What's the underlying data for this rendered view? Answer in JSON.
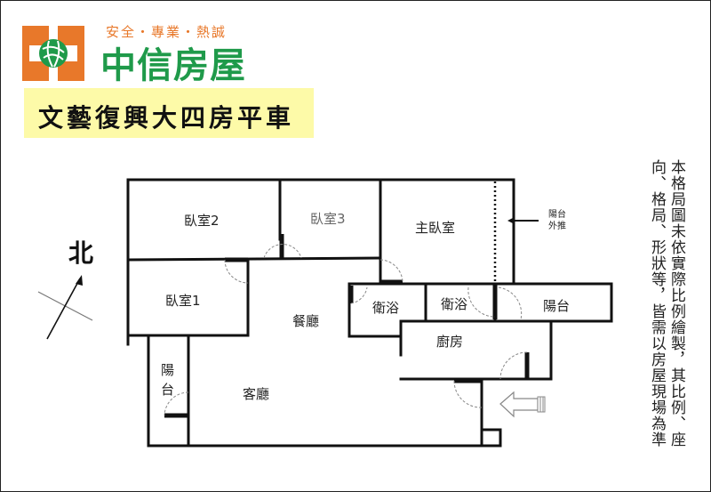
{
  "header": {
    "slogan": "安全・專業・熱誠",
    "brand": "中信房屋",
    "listing_title": "文藝復興大四房平車"
  },
  "colors": {
    "brand_orange": "#e8782a",
    "brand_green": "#1f9a4a",
    "title_bg": "#fdfaa8",
    "wall": "#111111"
  },
  "compass": {
    "label": "北",
    "icon": "north-arrow-icon"
  },
  "rooms": [
    {
      "id": "bedroom-2",
      "label": "臥室2"
    },
    {
      "id": "bedroom-3",
      "label": "臥室3"
    },
    {
      "id": "master-bedroom",
      "label": "主臥室"
    },
    {
      "id": "bedroom-1",
      "label": "臥室1"
    },
    {
      "id": "dining-room",
      "label": "餐廳"
    },
    {
      "id": "bathroom-1",
      "label": "衛浴"
    },
    {
      "id": "bathroom-2",
      "label": "衛浴"
    },
    {
      "id": "balcony-east",
      "label": "陽台"
    },
    {
      "id": "kitchen",
      "label": "廚房"
    },
    {
      "id": "balcony-west",
      "label": "陽台"
    },
    {
      "id": "living-room",
      "label": "客廳"
    }
  ],
  "annotations": {
    "balcony_extended_line1": "陽台",
    "balcony_extended_line2": "外推",
    "entrance_icon": "entrance-arrow-icon"
  },
  "disclaimer": {
    "column1": "本格局圖未依實際比例繪製，其比例、座",
    "column2": "向、格局、形狀等，皆需以房屋現場為準"
  }
}
